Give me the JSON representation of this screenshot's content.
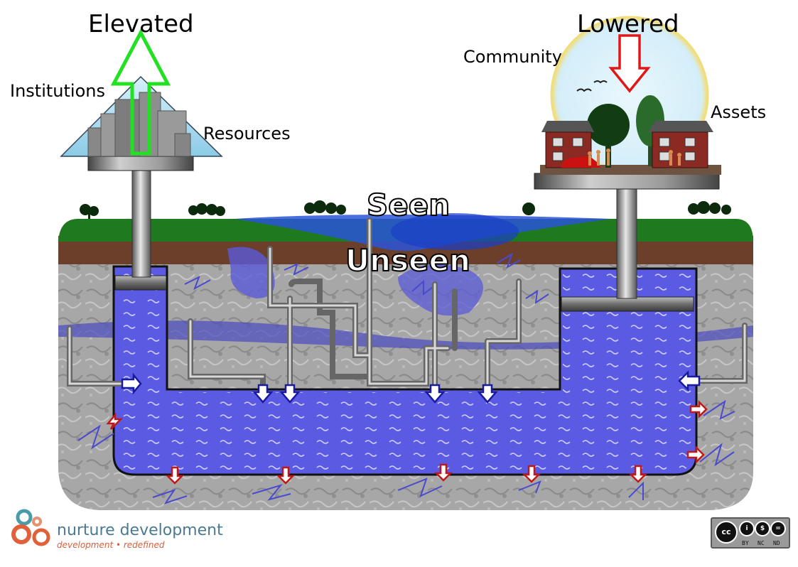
{
  "labels": {
    "elevated": "Elevated",
    "lowered": "Lowered",
    "institutions": "Institutions",
    "resources": "Resources",
    "community": "Community",
    "assets": "Assets",
    "seen": "Seen",
    "unseen": "Unseen"
  },
  "logo": {
    "name": "nurture development",
    "tagline": "development • redefined"
  },
  "license": {
    "badges": [
      "BY",
      "NC",
      "ND"
    ],
    "icons": [
      "creative-commons",
      "attribution",
      "non-commercial",
      "no-derivatives"
    ]
  },
  "colors": {
    "water": "#5656e0",
    "grass": "#1f7a1f",
    "soil": "#6b3f2a",
    "rock": "#a9a9a9",
    "up_arrow": "#22e022",
    "down_arrow": "#e01818",
    "sky": "#d8f0fa"
  }
}
